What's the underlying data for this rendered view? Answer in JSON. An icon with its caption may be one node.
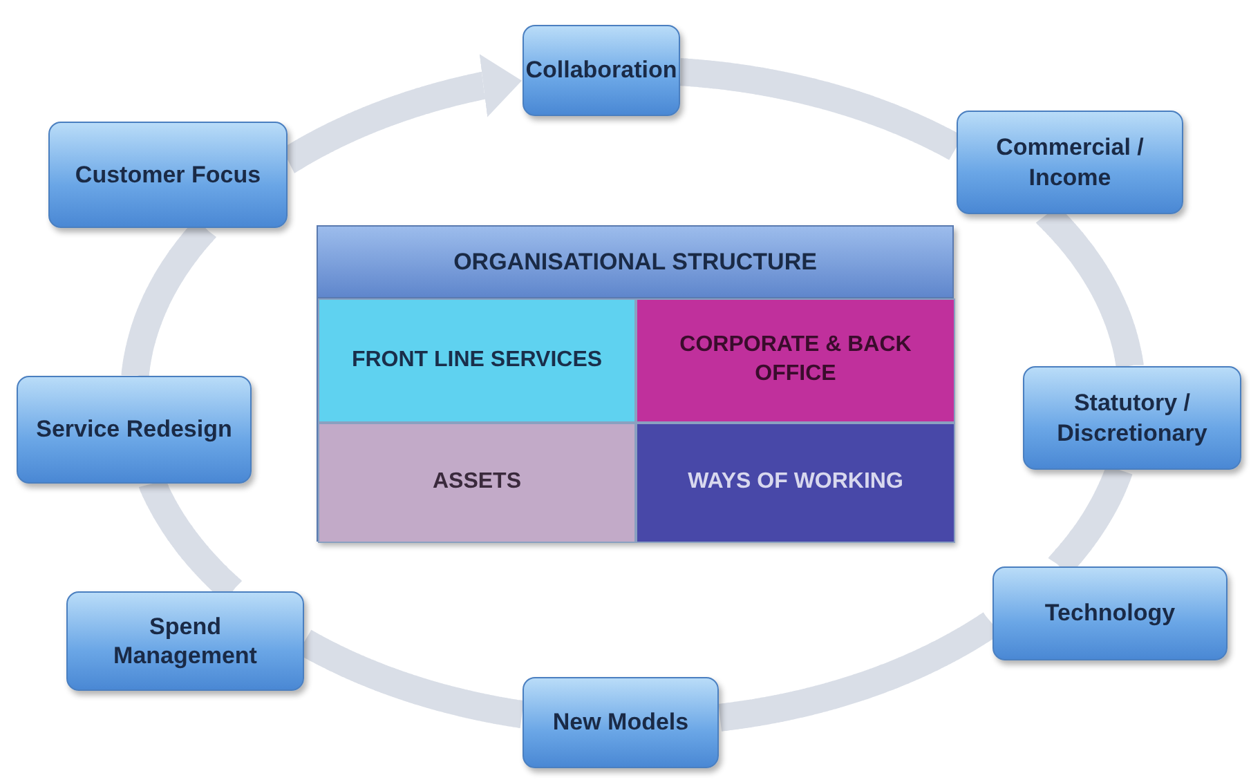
{
  "diagram": {
    "nodes": [
      {
        "text": [
          "Collaboration"
        ]
      },
      {
        "text": [
          "Commercial / Income"
        ]
      },
      {
        "text": [
          "Statutory / Discretionary"
        ]
      },
      {
        "text": [
          "Technology"
        ]
      },
      {
        "text": [
          "New Models"
        ]
      },
      {
        "text": [
          "Spend Management"
        ]
      },
      {
        "text": [
          "Service Redesign"
        ]
      },
      {
        "text": [
          "Customer Focus"
        ]
      },
      {
        "text": [
          "ORGANISATIONAL STRUCTURE"
        ]
      },
      {
        "text": [
          "FRONT LINE SERVICES"
        ],
        "in": 8
      },
      {
        "text": [
          "CORPORATE & BACK OFFICE"
        ],
        "in": 8
      },
      {
        "text": [
          "ASSETS"
        ],
        "in": 8
      },
      {
        "text": [
          "WAYS OF WORKING"
        ],
        "in": 8
      }
    ],
    "edges": [
      {
        "from": 0,
        "to": 1,
        "arrow": "none"
      },
      {
        "from": 1,
        "to": 2,
        "arrow": "none"
      },
      {
        "from": 2,
        "to": 3,
        "arrow": "none"
      },
      {
        "from": 3,
        "to": 4,
        "arrow": "none"
      },
      {
        "from": 4,
        "to": 5,
        "arrow": "none"
      },
      {
        "from": 5,
        "to": 6,
        "arrow": "none"
      },
      {
        "from": 6,
        "to": 7,
        "arrow": "none"
      },
      {
        "from": 7,
        "to": 0,
        "arrow": "to"
      }
    ]
  }
}
